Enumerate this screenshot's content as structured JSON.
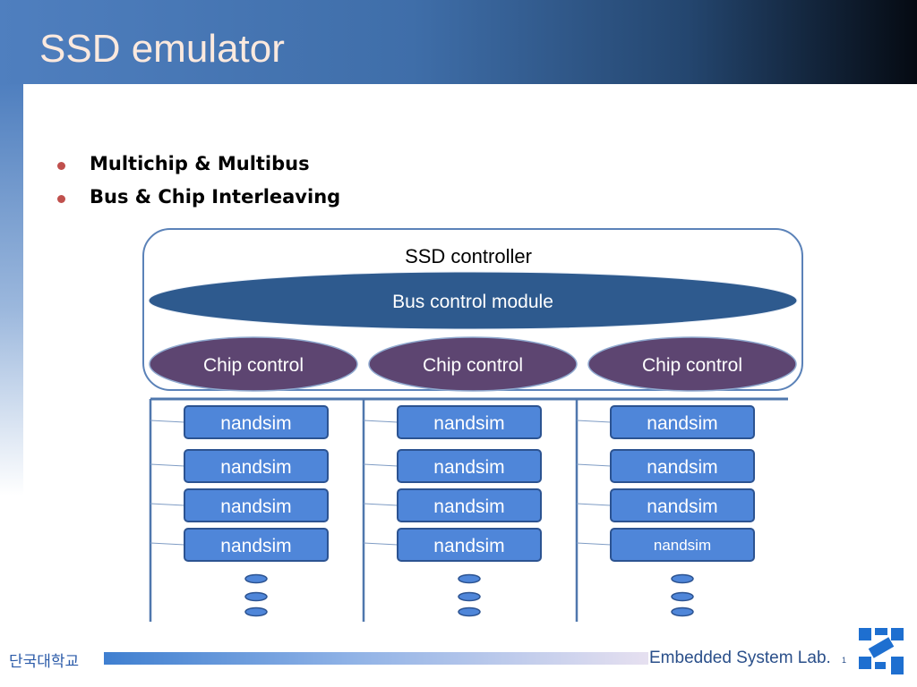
{
  "slide": {
    "title": "SSD emulator",
    "bullets": [
      "Multichip & Multibus",
      "Bus & Chip Interleaving"
    ]
  },
  "diagram": {
    "controller_label": "SSD controller",
    "bus_module_label": "Bus control module",
    "chip_controls": [
      "Chip control",
      "Chip control",
      "Chip control"
    ],
    "columns": [
      {
        "chips": [
          "nandsim",
          "nandsim",
          "nandsim",
          "nandsim"
        ]
      },
      {
        "chips": [
          "nandsim",
          "nandsim",
          "nandsim",
          "nandsim"
        ]
      },
      {
        "chips": [
          "nandsim",
          "nandsim",
          "nandsim",
          "nandsim"
        ]
      }
    ],
    "colors": {
      "controller_border": "#5b82b8",
      "bus_module": "#2e5a8e",
      "chip_control": "#5d4571",
      "nandsim": "#4f86d9",
      "nandsim_border": "#2c5391",
      "bus_line": "#4f77ad"
    }
  },
  "footer": {
    "university": "단국대학교",
    "lab": "Embedded System Lab.",
    "page": "1"
  }
}
